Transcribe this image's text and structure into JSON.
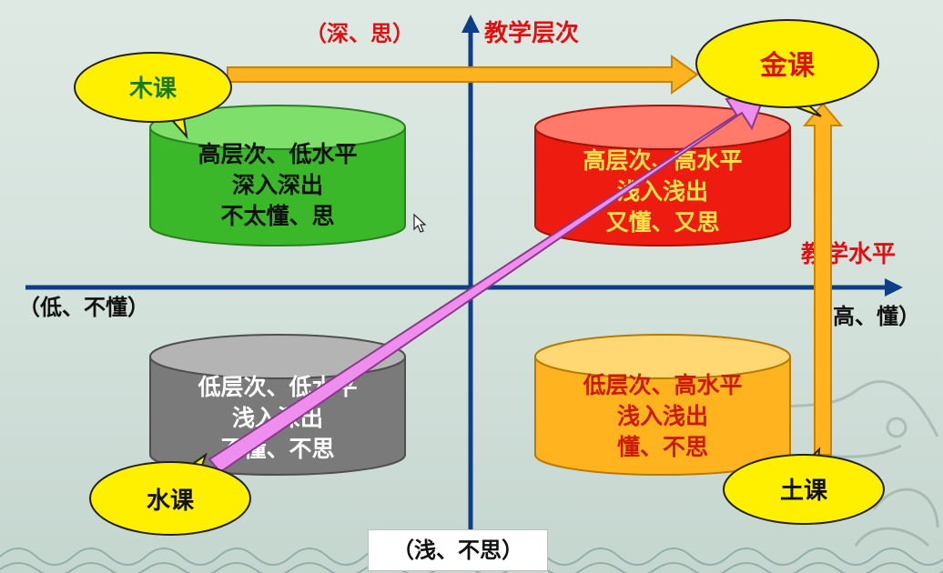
{
  "axes": {
    "vertical": {
      "title": "教学层次",
      "top_label": "（深、思）",
      "bottom_label": "（浅、不思）"
    },
    "horizontal": {
      "title": "教学水平",
      "left_label": "（低、不懂）",
      "right_label": "高、懂）"
    }
  },
  "quadrants": {
    "top_left": {
      "lines": [
        "高层次、低水平",
        "深入深出",
        "不太懂、思"
      ],
      "color": "#3bb82a",
      "text_color": "#111111"
    },
    "top_right": {
      "lines": [
        "高层次、高水平",
        "浅入浅出",
        "又懂、又思"
      ],
      "color": "#ee1c10",
      "text_color": "#ffe24a"
    },
    "bottom_left": {
      "lines": [
        "低层次、低水平",
        "浅入深出",
        "不懂、不思"
      ],
      "color": "#7a7a7a",
      "text_color": "#ffffff"
    },
    "bottom_right": {
      "lines": [
        "低层次、高水平",
        "浅入浅出",
        "懂、不思"
      ],
      "color": "#ffb31f",
      "text_color": "#cc1a00"
    }
  },
  "bubbles": {
    "wood": {
      "label": "木课"
    },
    "gold": {
      "label": "金课"
    },
    "water": {
      "label": "水课"
    },
    "earth": {
      "label": "土课"
    }
  },
  "colors": {
    "axis": "#0e3f86",
    "arrow_orange": "#ffb31f",
    "arrow_pink": "#f08ef0",
    "bubble": "#fff000",
    "label_red": "#e01010"
  }
}
